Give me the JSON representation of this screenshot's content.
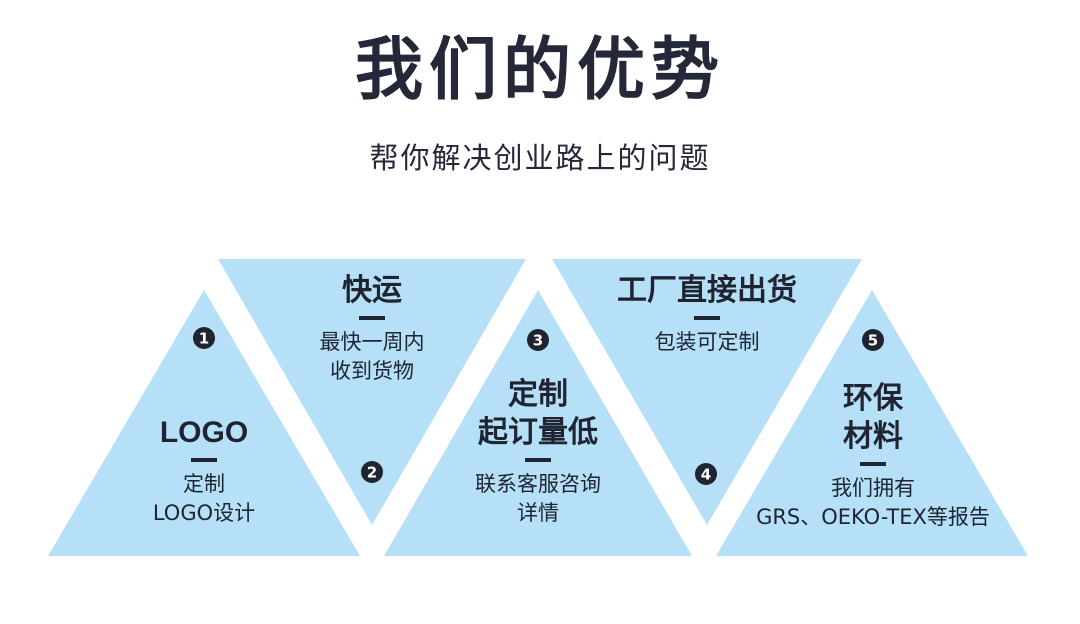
{
  "title": "我们的优势",
  "subtitle": "帮你解决创业路上的问题",
  "colors": {
    "triangle": "#b5e0f7",
    "text": "#1f2430",
    "background": "#ffffff"
  },
  "features": [
    {
      "number": "1",
      "heading": "LOGO",
      "lines": [
        "定制",
        "LOGO设计"
      ]
    },
    {
      "number": "2",
      "heading": "快运",
      "lines": [
        "最快一周内",
        "收到货物"
      ]
    },
    {
      "number": "3",
      "heading_lines": [
        "定制",
        "起订量低"
      ],
      "lines": [
        "联系客服咨询",
        "详情"
      ]
    },
    {
      "number": "4",
      "heading": "工厂直接出货",
      "lines": [
        "包装可定制"
      ]
    },
    {
      "number": "5",
      "heading_lines": [
        "环保",
        "材料"
      ],
      "lines": [
        "我们拥有",
        "GRS、OEKO-TEX等报告"
      ]
    }
  ]
}
